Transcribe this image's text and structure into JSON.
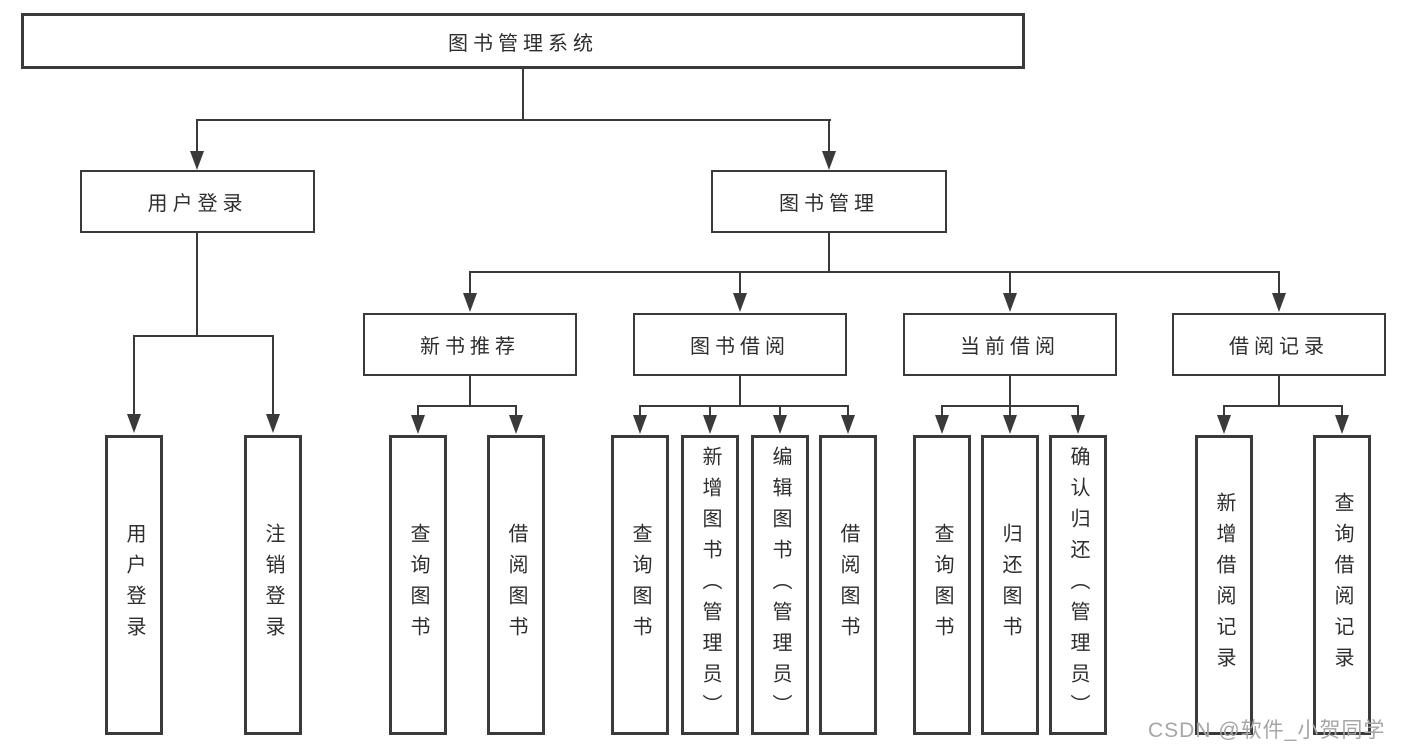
{
  "title": "图书管理系统",
  "level2": {
    "user_login": "用户登录",
    "book_mgmt": "图书管理"
  },
  "level3": {
    "new_books": "新书推荐",
    "book_borrow": "图书借阅",
    "current_borrow": "当前借阅",
    "borrow_records": "借阅记录"
  },
  "leaves": {
    "user_login": "用户登录",
    "logout": "注销登录",
    "nb_query": "查询图书",
    "nb_borrow": "借阅图书",
    "bb_query": "查询图书",
    "bb_add": "新增图书（管理员）",
    "bb_edit": "编辑图书（管理员）",
    "bb_borrow": "借阅图书",
    "cb_query": "查询图书",
    "cb_return": "归还图书",
    "cb_confirm": "确认归还（管理员）",
    "br_add": "新增借阅记录",
    "br_query": "查询借阅记录"
  },
  "watermark": "CSDN @软件_小贺同学",
  "colors": {
    "line": "#3a3a3a",
    "box_background": "#ffffff",
    "text": "#2e2e2e",
    "watermark": "#a6a6a6"
  }
}
